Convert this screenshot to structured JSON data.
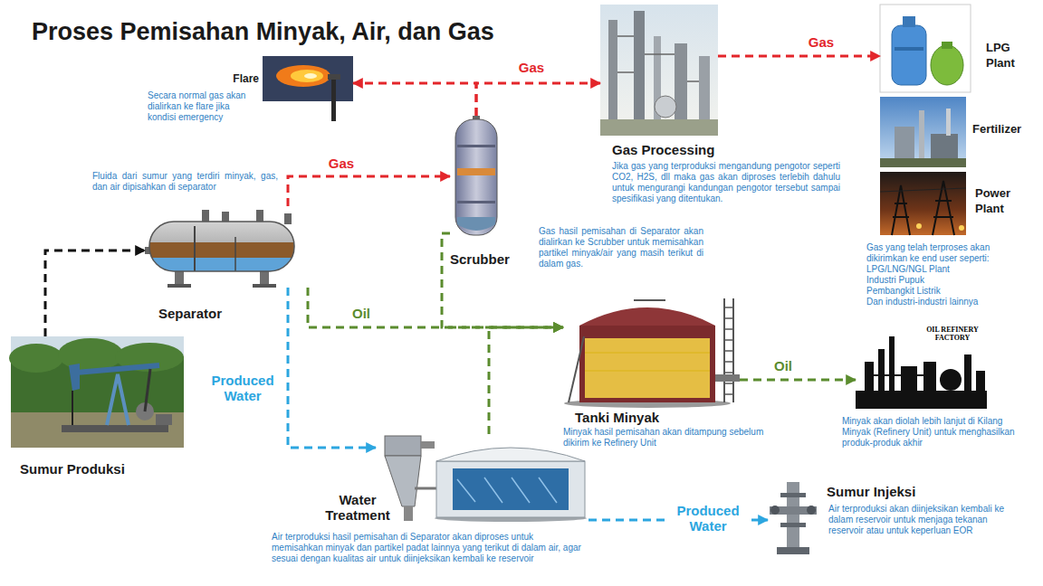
{
  "diagram": {
    "title": "Proses Pemisahan Minyak, Air, dan Gas",
    "nodes": [
      {
        "text": [
          "Flare",
          "Secara normal gas akan dialirkan ke flare jika kondisi emergency"
        ]
      },
      {
        "text": [
          "Gas Processing",
          "Jika gas yang terproduksi mengandung pengotor seperti CO2, H2S, dll maka gas akan diproses terlebih dahulu untuk mengurangi kandungan pengotor tersebut sampai spesifikasi yang ditentukan."
        ]
      },
      {
        "text": [
          "LPG Plant"
        ]
      },
      {
        "text": [
          "Fertilizer"
        ]
      },
      {
        "text": [
          "Power Plant"
        ]
      },
      {
        "text": [
          "Separator",
          "Fluida dari sumur yang terdiri minyak, gas, dan air dipisahkan di separator"
        ]
      },
      {
        "text": [
          "Scrubber",
          "Gas hasil pemisahan di Separator akan dialirkan ke Scrubber untuk memisahkan partikel minyak/air yang masih terikut di dalam gas."
        ]
      },
      {
        "text": [
          "Tanki Minyak",
          "Minyak hasil pemisahan akan ditampung sebelum dikirim ke Refinery Unit"
        ]
      },
      {
        "text": [
          "OIL REFINERY FACTORY",
          "Minyak akan diolah lebih lanjut di Kilang Minyak (Refinery Unit) untuk menghasilkan produk-produk akhir"
        ]
      },
      {
        "text": [
          "Sumur Produksi"
        ]
      },
      {
        "text": [
          "Water Treatment",
          "Air terproduksi hasil pemisahan di Separator akan diproses untuk memisahkan minyak dan partikel padat lainnya yang terikut di dalam air, agar sesuai dengan kualitas air untuk diinjeksikan kembali ke reservoir"
        ]
      },
      {
        "text": [
          "Sumur Injeksi",
          "Air terproduksi akan diinjeksikan kembali ke dalam reservoir untuk menjaga tekanan reservoir atau untuk keperluan EOR"
        ]
      }
    ],
    "edges": [
      {
        "from": 9,
        "to": 5,
        "arrow": "to"
      },
      {
        "from": 5,
        "to": 6,
        "label": "Gas",
        "arrow": "to"
      },
      {
        "from": 6,
        "to": 0,
        "arrow": "to"
      },
      {
        "from": 6,
        "to": 1,
        "label": "Gas",
        "arrow": "to"
      },
      {
        "from": 1,
        "to": 2,
        "label": "Gas",
        "arrow": "to"
      },
      {
        "from": 5,
        "to": 7,
        "label": "Oil",
        "arrow": "to"
      },
      {
        "from": 6,
        "to": 7,
        "arrow": "to"
      },
      {
        "from": 10,
        "to": 7,
        "arrow": "to"
      },
      {
        "from": 7,
        "to": 8,
        "label": "Oil",
        "arrow": "to"
      },
      {
        "from": 5,
        "to": 10,
        "label": "Produced Water",
        "arrow": "to"
      },
      {
        "from": 10,
        "to": 11,
        "label": "Produced Water",
        "arrow": "to"
      }
    ],
    "labels": [
      "Gas yang telah terproses akan dikirimkan ke end user seperti:",
      "LPG/LNG/NGL Plant",
      "Industri Pupuk",
      "Pembangkit Listrik",
      "Dan industri-industri lainnya"
    ]
  }
}
